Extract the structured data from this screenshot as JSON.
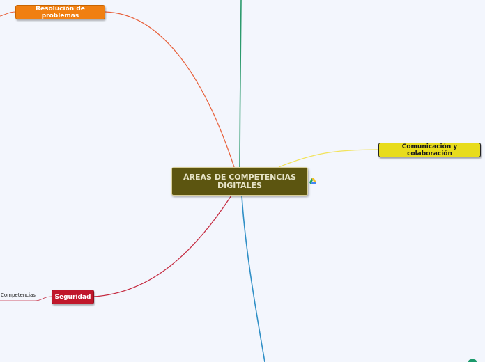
{
  "central": {
    "label": "ÁREAS DE COMPETENCIAS DIGITALES"
  },
  "branches": {
    "resolucion": {
      "label": "Resolución de problemas",
      "color": "#f07f11",
      "line_color": "#e8603a"
    },
    "comunicacion": {
      "label": "Comunicación y colaboración",
      "color": "#e8dc1c",
      "line_color": "#f2e35a"
    },
    "seguridad": {
      "label": "Seguridad",
      "color": "#c0172b",
      "line_color": "#c52a40"
    },
    "top_branch": {
      "line_color": "#2b9a6d"
    },
    "bottom_branch": {
      "line_color": "#2f8fc6"
    }
  },
  "subtopics": {
    "competencias": "Competencias"
  },
  "icons": {
    "attachment": "google-drive-icon"
  }
}
